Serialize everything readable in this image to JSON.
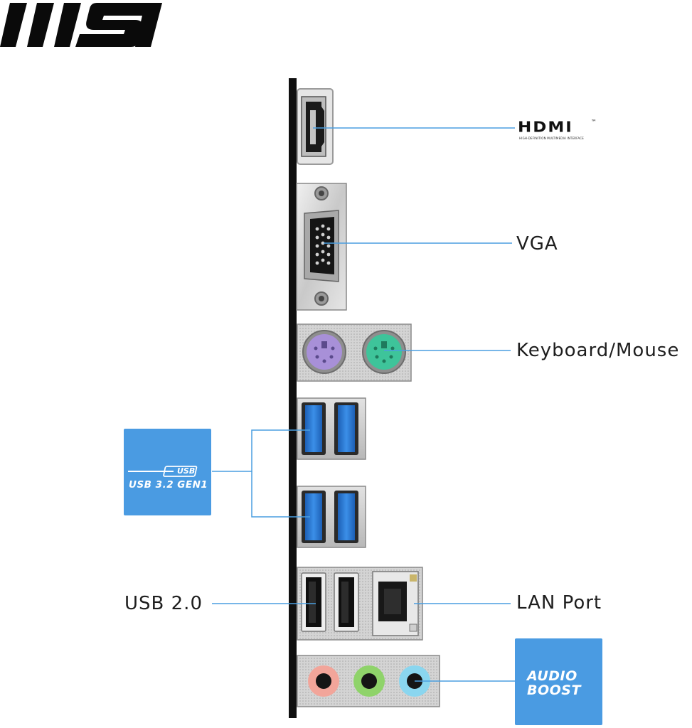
{
  "brand": {
    "logo": "MSI",
    "logo_icon": "msi-logo-icon"
  },
  "colors": {
    "leader": "#4a9ee0",
    "badge": "#4a9be2",
    "panel": "#0f0f0f",
    "usb3_blue": "#2f7fd6",
    "ps2_purple": "#a890d8",
    "ps2_green": "#3ec49a",
    "audio_pink": "#f2a59a",
    "audio_green": "#8fd36a",
    "audio_blue": "#8ad6ef"
  },
  "ports": {
    "hdmi": {
      "label": "HDMI",
      "sub": "HIGH-DEFINITION MULTIMEDIA INTERFACE",
      "tm": "™"
    },
    "vga": {
      "label": "VGA"
    },
    "ps2": {
      "label": "Keyboard/Mouse"
    },
    "usb3": {
      "top": "USB",
      "label": "USB 3.2 GEN1"
    },
    "usb2": {
      "label": "USB 2.0"
    },
    "lan": {
      "label": "LAN Port"
    },
    "audio": {
      "line1": "AUDIO",
      "line2": "BOOST"
    }
  }
}
